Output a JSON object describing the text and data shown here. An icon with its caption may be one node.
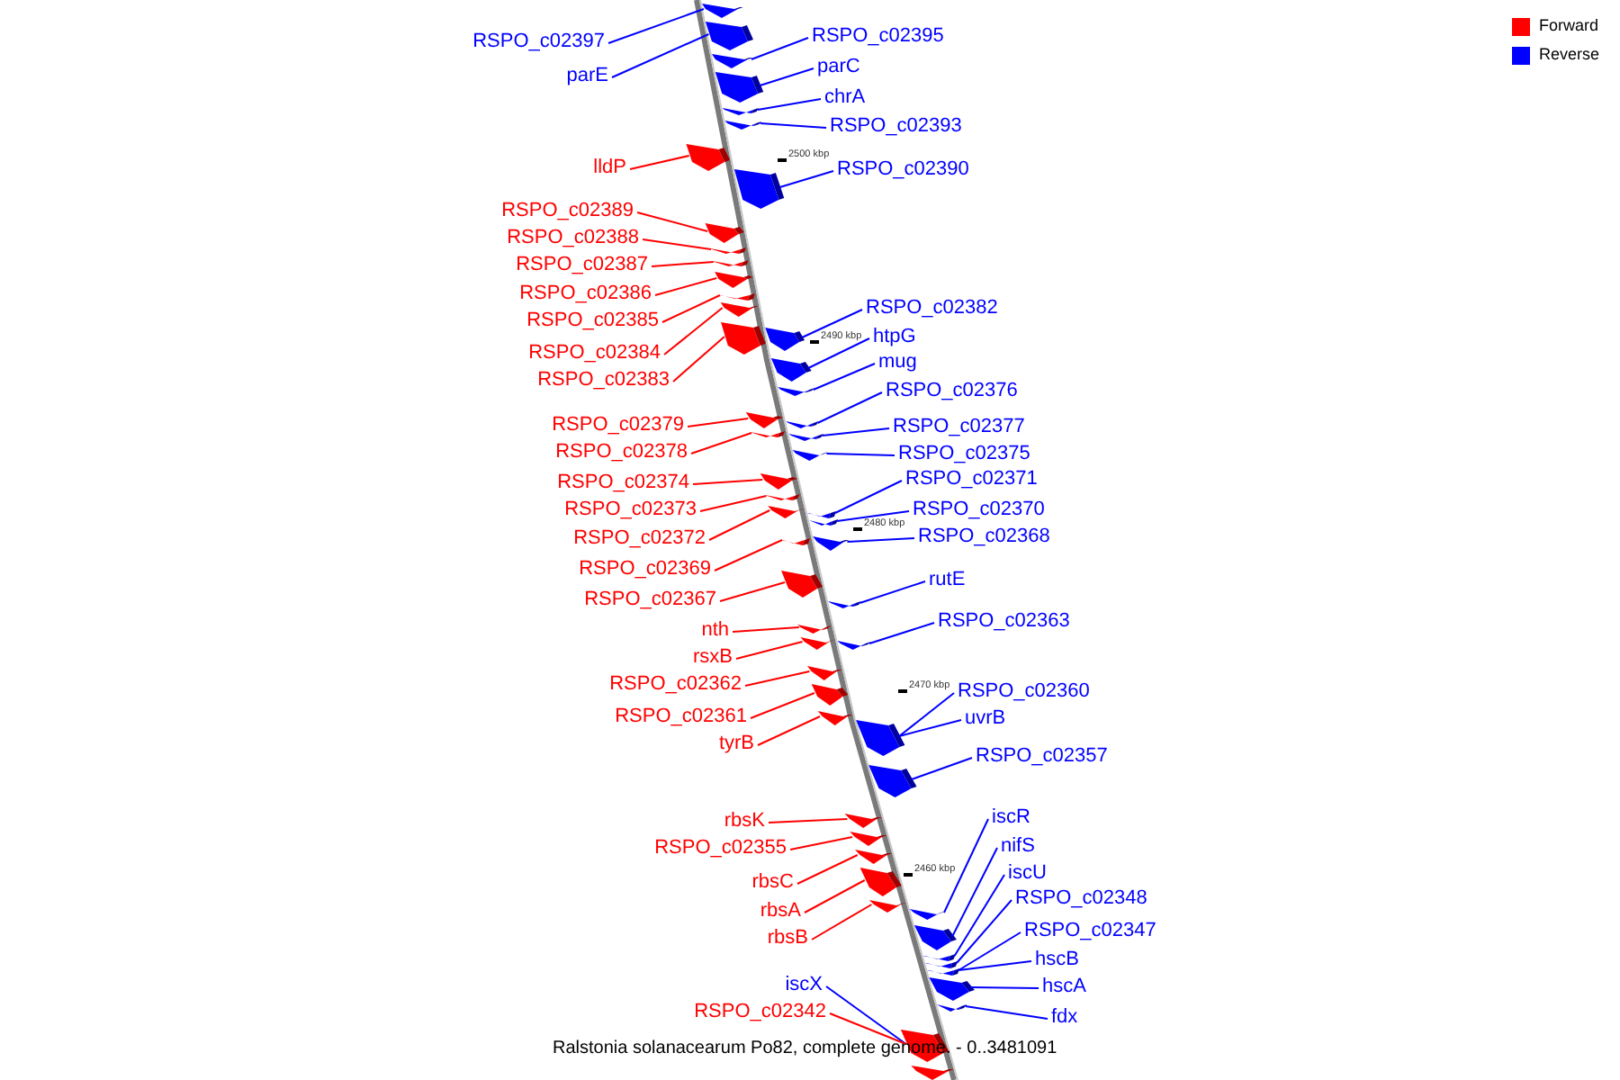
{
  "diagram": {
    "caption": "Ralstonia solanacearum Po82, complete genome. - 0..3481091",
    "nodes": [
      {
        "text": [
          "RSPO_c02397"
        ]
      },
      {
        "text": [
          "RSPO_c02395"
        ]
      },
      {
        "text": [
          "parC"
        ]
      },
      {
        "text": [
          "parE"
        ]
      },
      {
        "text": [
          "chrA"
        ]
      },
      {
        "text": [
          "RSPO_c02393"
        ]
      },
      {
        "text": [
          "lldP"
        ]
      },
      {
        "text": [
          "RSPO_c02390"
        ]
      },
      {
        "text": [
          "RSPO_c02389"
        ]
      },
      {
        "text": [
          "RSPO_c02388"
        ]
      },
      {
        "text": [
          "RSPO_c02387"
        ]
      },
      {
        "text": [
          "RSPO_c02386"
        ]
      },
      {
        "text": [
          "RSPO_c02382"
        ]
      },
      {
        "text": [
          "RSPO_c02385"
        ]
      },
      {
        "text": [
          "htpG"
        ]
      },
      {
        "text": [
          "RSPO_c02384"
        ]
      },
      {
        "text": [
          "mug"
        ]
      },
      {
        "text": [
          "RSPO_c02383"
        ]
      },
      {
        "text": [
          "RSPO_c02376"
        ]
      },
      {
        "text": [
          "RSPO_c02379"
        ]
      },
      {
        "text": [
          "RSPO_c02377"
        ]
      },
      {
        "text": [
          "RSPO_c02378"
        ]
      },
      {
        "text": [
          "RSPO_c02375"
        ]
      },
      {
        "text": [
          "RSPO_c02371"
        ]
      },
      {
        "text": [
          "RSPO_c02374"
        ]
      },
      {
        "text": [
          "RSPO_c02373"
        ]
      },
      {
        "text": [
          "RSPO_c02370"
        ]
      },
      {
        "text": [
          "RSPO_c02368"
        ]
      },
      {
        "text": [
          "RSPO_c02372"
        ]
      },
      {
        "text": [
          "RSPO_c02369"
        ]
      },
      {
        "text": [
          "rutE"
        ]
      },
      {
        "text": [
          "RSPO_c02367"
        ]
      },
      {
        "text": [
          "RSPO_c02363"
        ]
      },
      {
        "text": [
          "nth"
        ]
      },
      {
        "text": [
          "rsxB"
        ]
      },
      {
        "text": [
          "RSPO_c02362"
        ]
      },
      {
        "text": [
          "RSPO_c02360"
        ]
      },
      {
        "text": [
          "RSPO_c02361"
        ]
      },
      {
        "text": [
          "uvrB"
        ]
      },
      {
        "text": [
          "tyrB"
        ]
      },
      {
        "text": [
          "RSPO_c02357"
        ]
      },
      {
        "text": [
          "iscR"
        ]
      },
      {
        "text": [
          "rbsK"
        ]
      },
      {
        "text": [
          "nifS"
        ]
      },
      {
        "text": [
          "RSPO_c02355"
        ]
      },
      {
        "text": [
          "iscU"
        ]
      },
      {
        "text": [
          "rbsC"
        ]
      },
      {
        "text": [
          "RSPO_c02348"
        ]
      },
      {
        "text": [
          "rbsA"
        ]
      },
      {
        "text": [
          "RSPO_c02347"
        ]
      },
      {
        "text": [
          "rbsB"
        ]
      },
      {
        "text": [
          "hscB"
        ]
      },
      {
        "text": [
          "iscX"
        ]
      },
      {
        "text": [
          "hscA"
        ]
      },
      {
        "text": [
          "RSPO_c02342"
        ]
      },
      {
        "text": [
          "fdx"
        ]
      },
      {
        "text": [],
        "shape": "bar"
      },
      {
        "text": [],
        "shape": "bar"
      },
      {
        "text": [],
        "shape": "bar"
      },
      {
        "text": [],
        "shape": "bar"
      },
      {
        "text": [],
        "shape": "bar"
      },
      {
        "text": [],
        "shape": "bar"
      },
      {
        "text": [],
        "shape": "bar"
      },
      {
        "text": [],
        "shape": "bar"
      },
      {
        "text": [],
        "shape": "bar"
      },
      {
        "text": [],
        "shape": "bar"
      },
      {
        "text": [],
        "shape": "bar"
      },
      {
        "text": [],
        "shape": "bar"
      },
      {
        "text": [],
        "shape": "bar"
      },
      {
        "text": [],
        "shape": "bar"
      },
      {
        "text": [],
        "shape": "bar"
      },
      {
        "text": [],
        "shape": "bar"
      },
      {
        "text": [],
        "shape": "bar"
      },
      {
        "text": [],
        "shape": "bar"
      },
      {
        "text": [],
        "shape": "bar"
      },
      {
        "text": [],
        "shape": "bar"
      },
      {
        "text": [],
        "shape": "bar"
      },
      {
        "text": [],
        "shape": "bar"
      },
      {
        "text": [],
        "shape": "bar"
      },
      {
        "text": [],
        "shape": "bar"
      },
      {
        "text": [],
        "shape": "bar"
      },
      {
        "text": [],
        "shape": "bar"
      },
      {
        "text": [],
        "shape": "bar"
      },
      {
        "text": [],
        "shape": "bar"
      },
      {
        "text": [],
        "shape": "bar"
      },
      {
        "text": [],
        "shape": "bar"
      },
      {
        "text": [],
        "shape": "bar"
      },
      {
        "text": [],
        "shape": "bar"
      },
      {
        "text": [],
        "shape": "bar"
      },
      {
        "text": [],
        "shape": "bar"
      },
      {
        "text": [],
        "shape": "bar"
      },
      {
        "text": [],
        "shape": "bar"
      },
      {
        "text": [],
        "shape": "bar"
      },
      {
        "text": [],
        "shape": "bar"
      },
      {
        "text": [],
        "shape": "bar"
      },
      {
        "text": [],
        "shape": "bar"
      },
      {
        "text": [],
        "shape": "bar"
      },
      {
        "text": [],
        "shape": "bar"
      },
      {
        "text": [],
        "shape": "bar"
      },
      {
        "text": [],
        "shape": "bar"
      },
      {
        "text": [],
        "shape": "bar"
      },
      {
        "text": [],
        "shape": "bar"
      },
      {
        "text": [],
        "shape": "bar"
      },
      {
        "text": [],
        "shape": "bar"
      },
      {
        "text": [],
        "shape": "bar"
      },
      {
        "text": [],
        "shape": "bar"
      },
      {
        "text": [],
        "shape": "bar"
      },
      {
        "text": [],
        "shape": "bar"
      },
      {
        "text": [],
        "shape": "bar"
      },
      {
        "text": [],
        "shape": "bar"
      }
    ],
    "edges": [
      {
        "from": 0,
        "to": 56,
        "arrow": "none",
        "color": "#0000ff"
      },
      {
        "from": 1,
        "to": 58,
        "arrow": "none",
        "color": "#0000ff"
      },
      {
        "from": 2,
        "to": 59,
        "arrow": "none",
        "color": "#0000ff"
      },
      {
        "from": 3,
        "to": 57,
        "arrow": "none",
        "color": "#0000ff"
      },
      {
        "from": 4,
        "to": 60,
        "arrow": "none",
        "color": "#0000ff"
      },
      {
        "from": 5,
        "to": 61,
        "arrow": "none",
        "color": "#0000ff"
      },
      {
        "from": 6,
        "to": 62,
        "arrow": "none",
        "color": "#ff0000"
      },
      {
        "from": 7,
        "to": 63,
        "arrow": "none",
        "color": "#0000ff"
      },
      {
        "from": 8,
        "to": 64,
        "arrow": "none",
        "color": "#ff0000"
      },
      {
        "from": 9,
        "to": 65,
        "arrow": "none",
        "color": "#ff0000"
      },
      {
        "from": 10,
        "to": 66,
        "arrow": "none",
        "color": "#ff0000"
      },
      {
        "from": 11,
        "to": 67,
        "arrow": "none",
        "color": "#ff0000"
      },
      {
        "from": 12,
        "to": 71,
        "arrow": "none",
        "color": "#0000ff"
      },
      {
        "from": 13,
        "to": 68,
        "arrow": "none",
        "color": "#ff0000"
      },
      {
        "from": 14,
        "to": 72,
        "arrow": "none",
        "color": "#0000ff"
      },
      {
        "from": 15,
        "to": 69,
        "arrow": "none",
        "color": "#ff0000"
      },
      {
        "from": 16,
        "to": 73,
        "arrow": "none",
        "color": "#0000ff"
      },
      {
        "from": 17,
        "to": 70,
        "arrow": "none",
        "color": "#ff0000"
      },
      {
        "from": 18,
        "to": 76,
        "arrow": "none",
        "color": "#0000ff"
      },
      {
        "from": 19,
        "to": 74,
        "arrow": "none",
        "color": "#ff0000"
      },
      {
        "from": 20,
        "to": 77,
        "arrow": "none",
        "color": "#0000ff"
      },
      {
        "from": 21,
        "to": 75,
        "arrow": "none",
        "color": "#ff0000"
      },
      {
        "from": 22,
        "to": 78,
        "arrow": "none",
        "color": "#0000ff"
      },
      {
        "from": 23,
        "to": 82,
        "arrow": "none",
        "color": "#0000ff"
      },
      {
        "from": 24,
        "to": 79,
        "arrow": "none",
        "color": "#ff0000"
      },
      {
        "from": 25,
        "to": 80,
        "arrow": "none",
        "color": "#ff0000"
      },
      {
        "from": 26,
        "to": 83,
        "arrow": "none",
        "color": "#0000ff"
      },
      {
        "from": 27,
        "to": 84,
        "arrow": "none",
        "color": "#0000ff"
      },
      {
        "from": 28,
        "to": 81,
        "arrow": "none",
        "color": "#ff0000"
      },
      {
        "from": 29,
        "to": 85,
        "arrow": "none",
        "color": "#ff0000"
      },
      {
        "from": 30,
        "to": 87,
        "arrow": "none",
        "color": "#0000ff"
      },
      {
        "from": 31,
        "to": 86,
        "arrow": "none",
        "color": "#ff0000"
      },
      {
        "from": 32,
        "to": 90,
        "arrow": "none",
        "color": "#0000ff"
      },
      {
        "from": 33,
        "to": 88,
        "arrow": "none",
        "color": "#ff0000"
      },
      {
        "from": 34,
        "to": 89,
        "arrow": "none",
        "color": "#ff0000"
      },
      {
        "from": 35,
        "to": 91,
        "arrow": "none",
        "color": "#ff0000"
      },
      {
        "from": 36,
        "to": 94,
        "arrow": "none",
        "color": "#0000ff"
      },
      {
        "from": 37,
        "to": 92,
        "arrow": "none",
        "color": "#ff0000"
      },
      {
        "from": 38,
        "to": 94,
        "arrow": "none",
        "color": "#0000ff"
      },
      {
        "from": 39,
        "to": 93,
        "arrow": "none",
        "color": "#ff0000"
      },
      {
        "from": 40,
        "to": 95,
        "arrow": "none",
        "color": "#0000ff"
      },
      {
        "from": 41,
        "to": 101,
        "arrow": "none",
        "color": "#0000ff"
      },
      {
        "from": 42,
        "to": 96,
        "arrow": "none",
        "color": "#ff0000"
      },
      {
        "from": 43,
        "to": 102,
        "arrow": "none",
        "color": "#0000ff"
      },
      {
        "from": 44,
        "to": 97,
        "arrow": "none",
        "color": "#ff0000"
      },
      {
        "from": 45,
        "to": 103,
        "arrow": "none",
        "color": "#0000ff"
      },
      {
        "from": 46,
        "to": 98,
        "arrow": "none",
        "color": "#ff0000"
      },
      {
        "from": 47,
        "to": 104,
        "arrow": "none",
        "color": "#0000ff"
      },
      {
        "from": 48,
        "to": 99,
        "arrow": "none",
        "color": "#ff0000"
      },
      {
        "from": 49,
        "to": 105,
        "arrow": "none",
        "color": "#0000ff"
      },
      {
        "from": 50,
        "to": 100,
        "arrow": "none",
        "color": "#ff0000"
      },
      {
        "from": 51,
        "to": 105,
        "arrow": "none",
        "color": "#0000ff"
      },
      {
        "from": 52,
        "to": 108,
        "arrow": "none",
        "color": "#0000ff"
      },
      {
        "from": 53,
        "to": 106,
        "arrow": "none",
        "color": "#0000ff"
      },
      {
        "from": 54,
        "to": 108,
        "arrow": "none",
        "color": "#ff0000"
      },
      {
        "from": 55,
        "to": 107,
        "arrow": "none",
        "color": "#0000ff"
      }
    ],
    "labels": [
      "2500 kbp",
      "2490 kbp",
      "2480 kbp",
      "2470 kbp",
      "2460 kbp"
    ],
    "legend": [
      {
        "text": "Forward",
        "color": "#ff0000"
      },
      {
        "text": "Reverse",
        "color": "#0000ff"
      }
    ]
  }
}
